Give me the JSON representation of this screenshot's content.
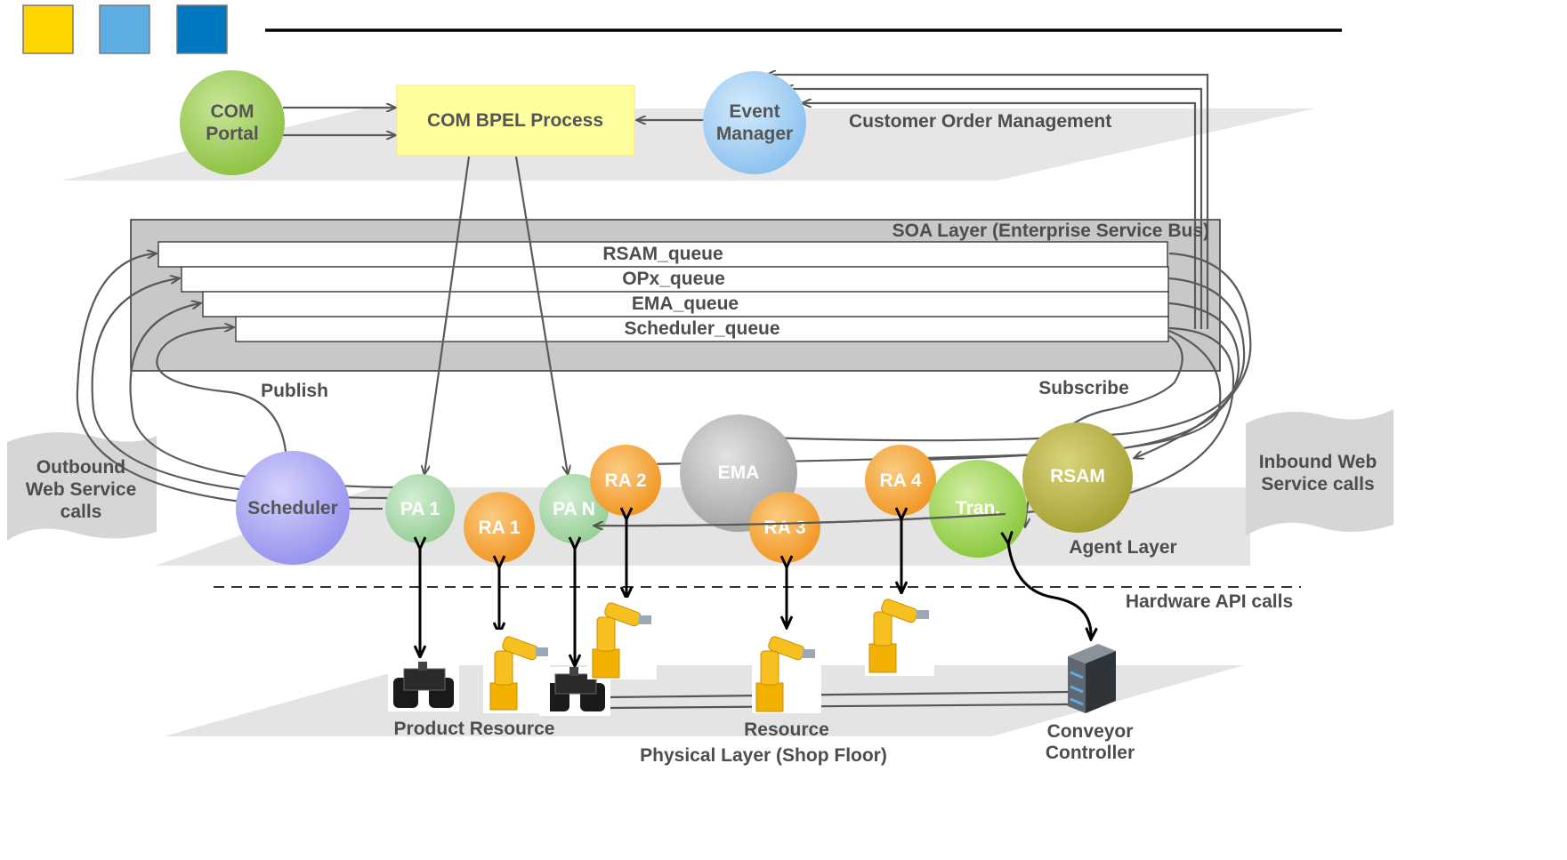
{
  "header": {
    "swatches": [
      "#FFD500",
      "#5DADE2",
      "#0077C0"
    ]
  },
  "layers": {
    "com_layer": "Customer Order Management",
    "soa_layer": "SOA Layer (Enterprise Service Bus)",
    "agent_layer": "Agent Layer",
    "physical_layer": "Physical Layer (Shop Floor)",
    "hardware_calls": "Hardware API calls",
    "publish": "Publish",
    "subscribe": "Subscribe"
  },
  "com": {
    "portal_line1": "COM",
    "portal_line2": "Portal",
    "bpel": "COM BPEL Process",
    "event_line1": "Event",
    "event_line2": "Manager"
  },
  "queues": [
    "RSAM_queue",
    "OPx_queue",
    "EMA_queue",
    "Scheduler_queue"
  ],
  "side": {
    "outbound_line1": "Outbound",
    "outbound_line2": "Web Service",
    "outbound_line3": "calls",
    "inbound_line1": "Inbound Web",
    "inbound_line2": "Service calls"
  },
  "agents": {
    "scheduler": "Scheduler",
    "pa1": "PA 1",
    "ra1": "RA 1",
    "pan": "PA N",
    "ra2": "RA 2",
    "ema": "EMA",
    "ra3": "RA 3",
    "ra4": "RA 4",
    "tran": "Tran.",
    "rsam": "RSAM"
  },
  "physical": {
    "product_resource": "Product Resource",
    "resource": "Resource",
    "conveyor_line1": "Conveyor",
    "conveyor_line2": "Controller"
  },
  "colors": {
    "com_portal": "#9BCB4E",
    "bpel": "#FFFFA0",
    "event_manager": "#9ECCF2",
    "scheduler": "#A9A6F2",
    "pa": "#A8D8A8",
    "ra": "#F6A030",
    "ema": "#B5B5B5",
    "tran": "#9BCB4E",
    "rsam": "#B5B045",
    "robot": "#F2B100"
  }
}
